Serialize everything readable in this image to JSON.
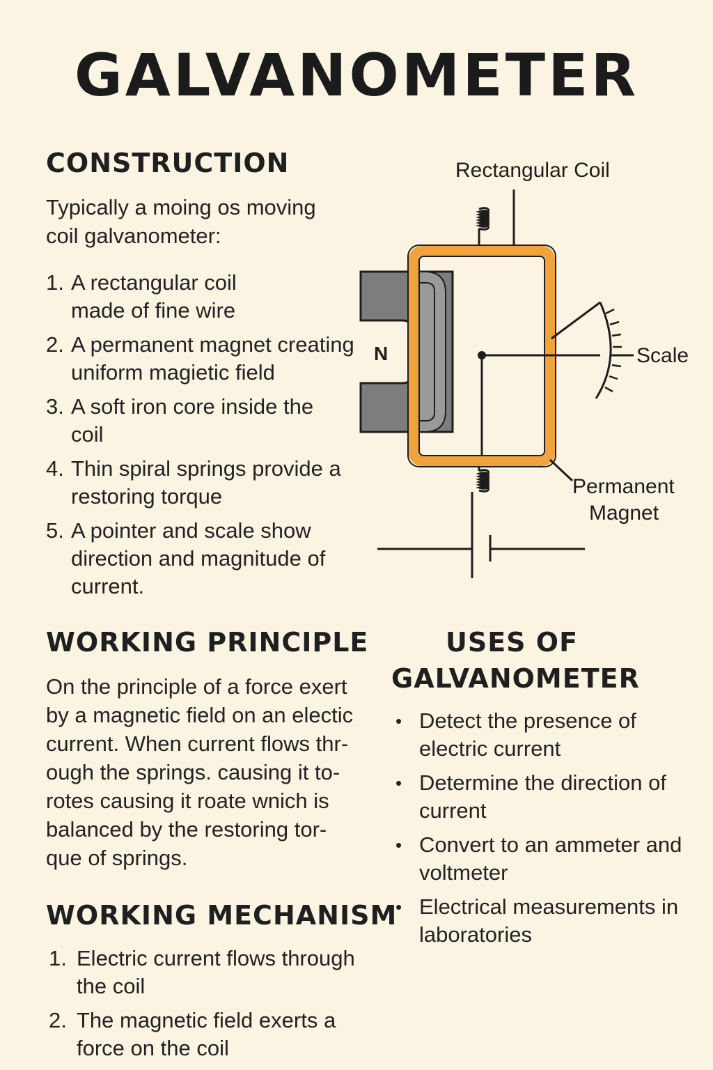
{
  "title": "GALVANOMETER",
  "construction": {
    "heading": "CONSTRUCTION",
    "intro": "Typically a moing os moving coil galvanometer:",
    "items": [
      {
        "num": "1.",
        "text": "A rectangular coil made of fine wire"
      },
      {
        "num": "2.",
        "text": "A permanent magnet creating uniform magietic field"
      },
      {
        "num": "3.",
        "text": "A soft iron core inside the coil"
      },
      {
        "num": "4.",
        "text": "Thin spiral springs provide a restoring torque"
      },
      {
        "num": "5.",
        "text": "A pointer and scale show direction and magnitude of current."
      }
    ]
  },
  "diagram": {
    "label_coil": "Rectangular Coil",
    "label_pole": "N",
    "label_scale": "Scale",
    "label_magnet_line1": "Permanent",
    "label_magnet_line2": "Magnet",
    "colors": {
      "coil": "#f0a23c",
      "magnet": "#7d7d7d",
      "magnet_light": "#9a9a9a",
      "line": "#1d1d1d"
    }
  },
  "working_principle": {
    "heading": "WORKING PRINCIPLE",
    "lines": [
      "On the principle of a force exert",
      "by a magnetic field on an electic",
      "current. When current flows thr-",
      "ough the springs. causing it to-",
      "rotes causing it roate wnich is",
      "balanced by the restoring tor-",
      "que of springs."
    ]
  },
  "uses": {
    "heading_line1": "USES OF",
    "heading_line2": "GALVANOMETER",
    "bullet": "•",
    "items": [
      "Detect the presence of electric current",
      "Determine the direction of current",
      "Convert to an ammeter and voltmeter",
      "Electrical measurements in laboratories"
    ]
  },
  "working_mechanism": {
    "heading": "WORKING MECHANISM",
    "items": [
      {
        "num": "1.",
        "text": "Electric current flows through the coil"
      },
      {
        "num": "2.",
        "text": "The magnetic field exerts a force on the coil"
      }
    ]
  }
}
